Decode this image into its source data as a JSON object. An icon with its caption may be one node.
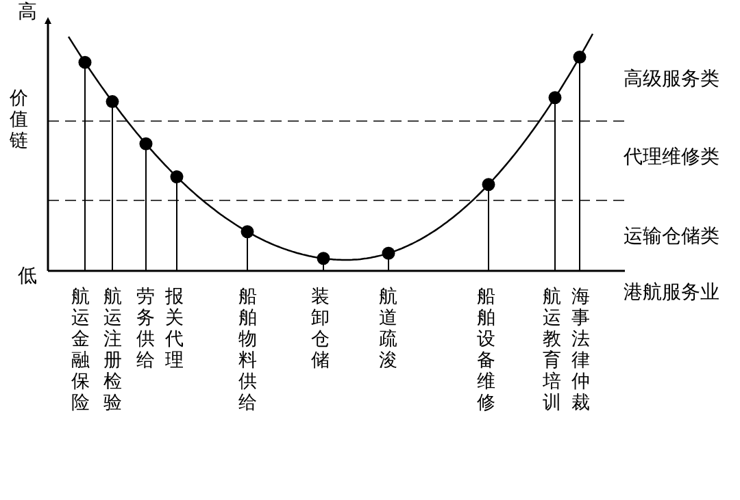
{
  "diagram": {
    "labels": [
      "高",
      "价值链",
      "低",
      "高级服务类",
      "代理维修类",
      "运输仓储类",
      "港航服务业",
      "航运金融保险",
      "航运注册检验",
      "劳务供给",
      "报关代理",
      "船舶物料供给",
      "装卸仓储",
      "航道疏浚",
      "船舶设备维修",
      "航运教育培训",
      "海事法律仲裁"
    ]
  }
}
